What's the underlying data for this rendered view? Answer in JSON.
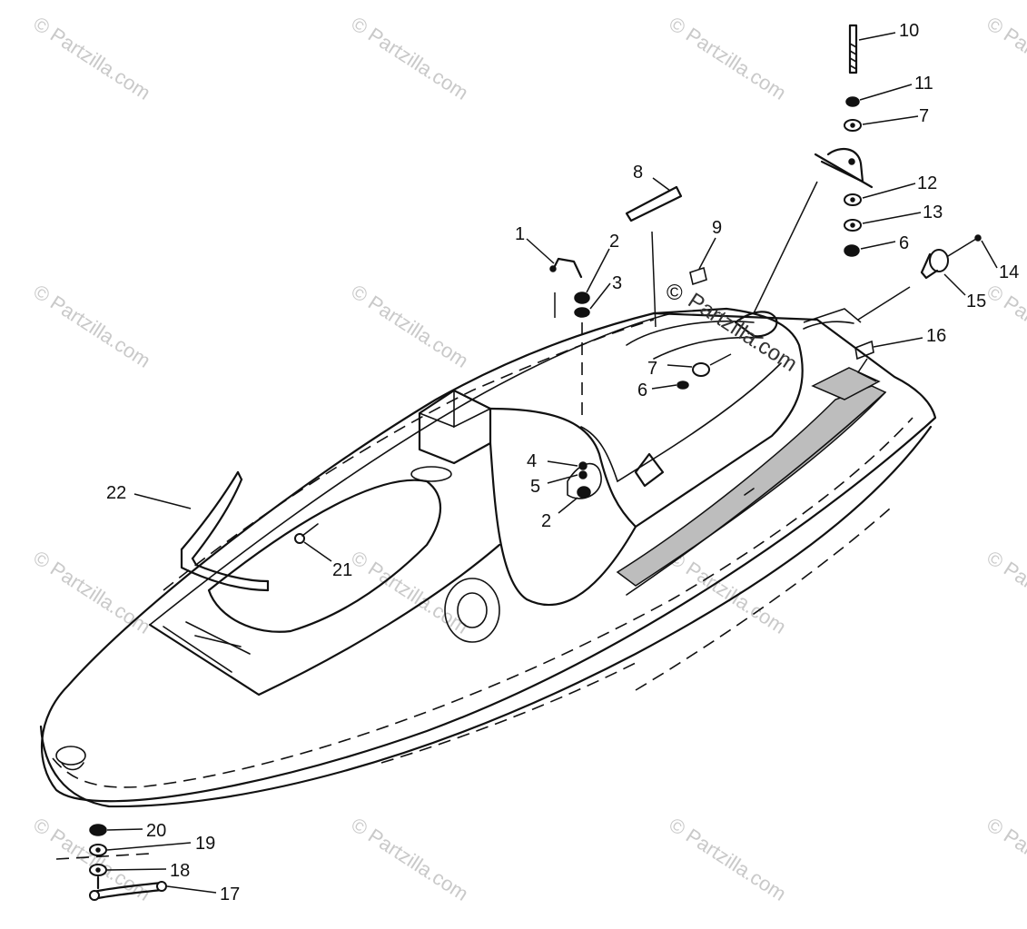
{
  "diagram": {
    "callouts": [
      {
        "id": "c1",
        "label": "1"
      },
      {
        "id": "c2a",
        "label": "2"
      },
      {
        "id": "c3",
        "label": "3"
      },
      {
        "id": "c4",
        "label": "4"
      },
      {
        "id": "c5",
        "label": "5"
      },
      {
        "id": "c2b",
        "label": "2"
      },
      {
        "id": "c6a",
        "label": "6"
      },
      {
        "id": "c7a",
        "label": "7"
      },
      {
        "id": "c8",
        "label": "8"
      },
      {
        "id": "c9",
        "label": "9"
      },
      {
        "id": "c10",
        "label": "10"
      },
      {
        "id": "c11",
        "label": "11"
      },
      {
        "id": "c7b",
        "label": "7"
      },
      {
        "id": "c12",
        "label": "12"
      },
      {
        "id": "c13",
        "label": "13"
      },
      {
        "id": "c6b",
        "label": "6"
      },
      {
        "id": "c14",
        "label": "14"
      },
      {
        "id": "c15",
        "label": "15"
      },
      {
        "id": "c16",
        "label": "16"
      },
      {
        "id": "c17",
        "label": "17"
      },
      {
        "id": "c18",
        "label": "18"
      },
      {
        "id": "c19",
        "label": "19"
      },
      {
        "id": "c20",
        "label": "20"
      },
      {
        "id": "c21",
        "label": "21"
      },
      {
        "id": "c22",
        "label": "22"
      }
    ],
    "copyright_mark": "©",
    "copyright_text": "Partzilla.com",
    "watermark_text": "© Partzilla.com"
  }
}
